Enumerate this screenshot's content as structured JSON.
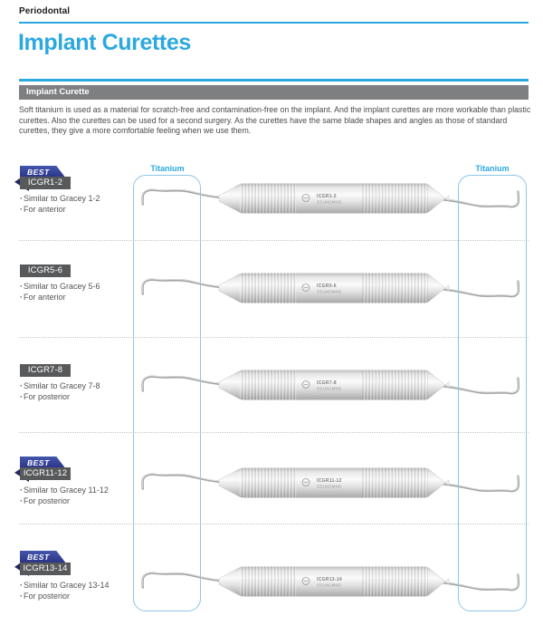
{
  "page": {
    "eyebrow": "Periodontal",
    "title": "Implant Curettes",
    "section_label": "Implant Curette",
    "description": "Soft titanium is used as a material for scratch-free and contamination-free on the implant. And the implant curettes are more workable than plastic curettes. Also the curettes can be used for a second surgery. As the curettes have the same blade shapes and angles as those of standard curettes, they give a more comfortable feeling when we use them."
  },
  "badge_label": "BEST",
  "brand_mark": "OSUNGMND",
  "material_labels": {
    "left": "Titanium",
    "right": "Titanium"
  },
  "colors": {
    "accent_blue": "#2BA8E0",
    "titanium_box_border": "#8CC6E9",
    "section_bar_gray": "#7E7F81",
    "code_chip_gray": "#58595B",
    "badge_blue": "#2A3184",
    "badge_fold_navy": "#171B4E"
  },
  "rows": [
    {
      "code": "ICGR1-2",
      "best": true,
      "features": [
        "Similar to Gracey 1-2",
        "For anterior"
      ]
    },
    {
      "code": "ICGR5-6",
      "best": false,
      "features": [
        "Similar to Gracey 5-6",
        "For anterior"
      ]
    },
    {
      "code": "ICGR7-8",
      "best": false,
      "features": [
        "Similar to Gracey 7-8",
        "For posterior"
      ]
    },
    {
      "code": "ICGR11-12",
      "best": true,
      "features": [
        "Similar to Gracey 11-12",
        "For posterior"
      ]
    },
    {
      "code": "ICGR13-14",
      "best": true,
      "features": [
        "Similar to Gracey 13-14",
        "For posterior"
      ]
    }
  ]
}
